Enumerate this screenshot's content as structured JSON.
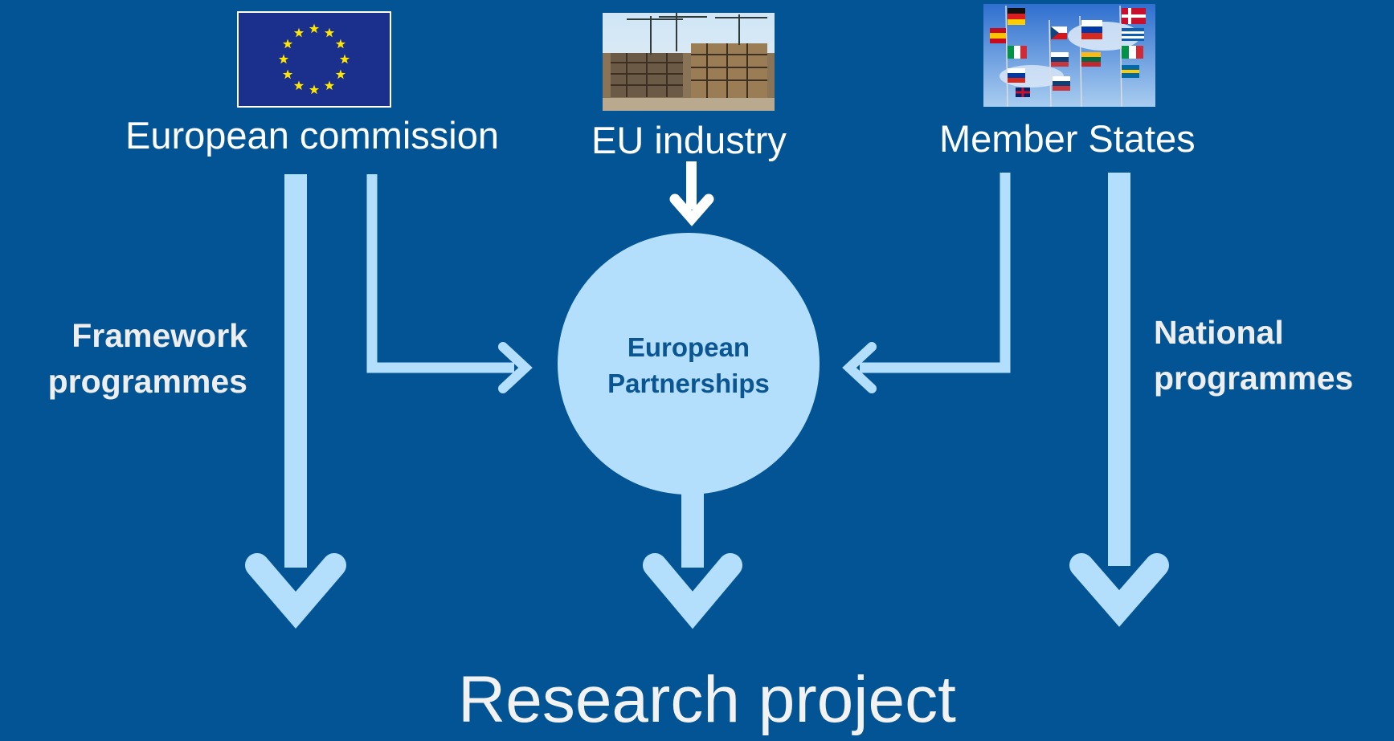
{
  "sources": {
    "commission": {
      "label": "European commission",
      "icon": "eu-flag-icon"
    },
    "industry": {
      "label": "EU industry",
      "icon": "construction-site-photo"
    },
    "member_states": {
      "label": "Member States",
      "icon": "national-flags-photo"
    }
  },
  "programmes": {
    "left": {
      "line1": "Framework",
      "line2": "programmes"
    },
    "right": {
      "line1": "National",
      "line2": "programmes"
    }
  },
  "hub": {
    "line1": "European",
    "line2": "Partnerships"
  },
  "outcome": {
    "label": "Research project"
  },
  "colors": {
    "background": "#035494",
    "arrow": "#b3dffc",
    "hub_fill": "#b3dffc",
    "hub_text": "#0a5592",
    "eu_blue": "#1b2f8d",
    "eu_star": "#ffe600"
  }
}
